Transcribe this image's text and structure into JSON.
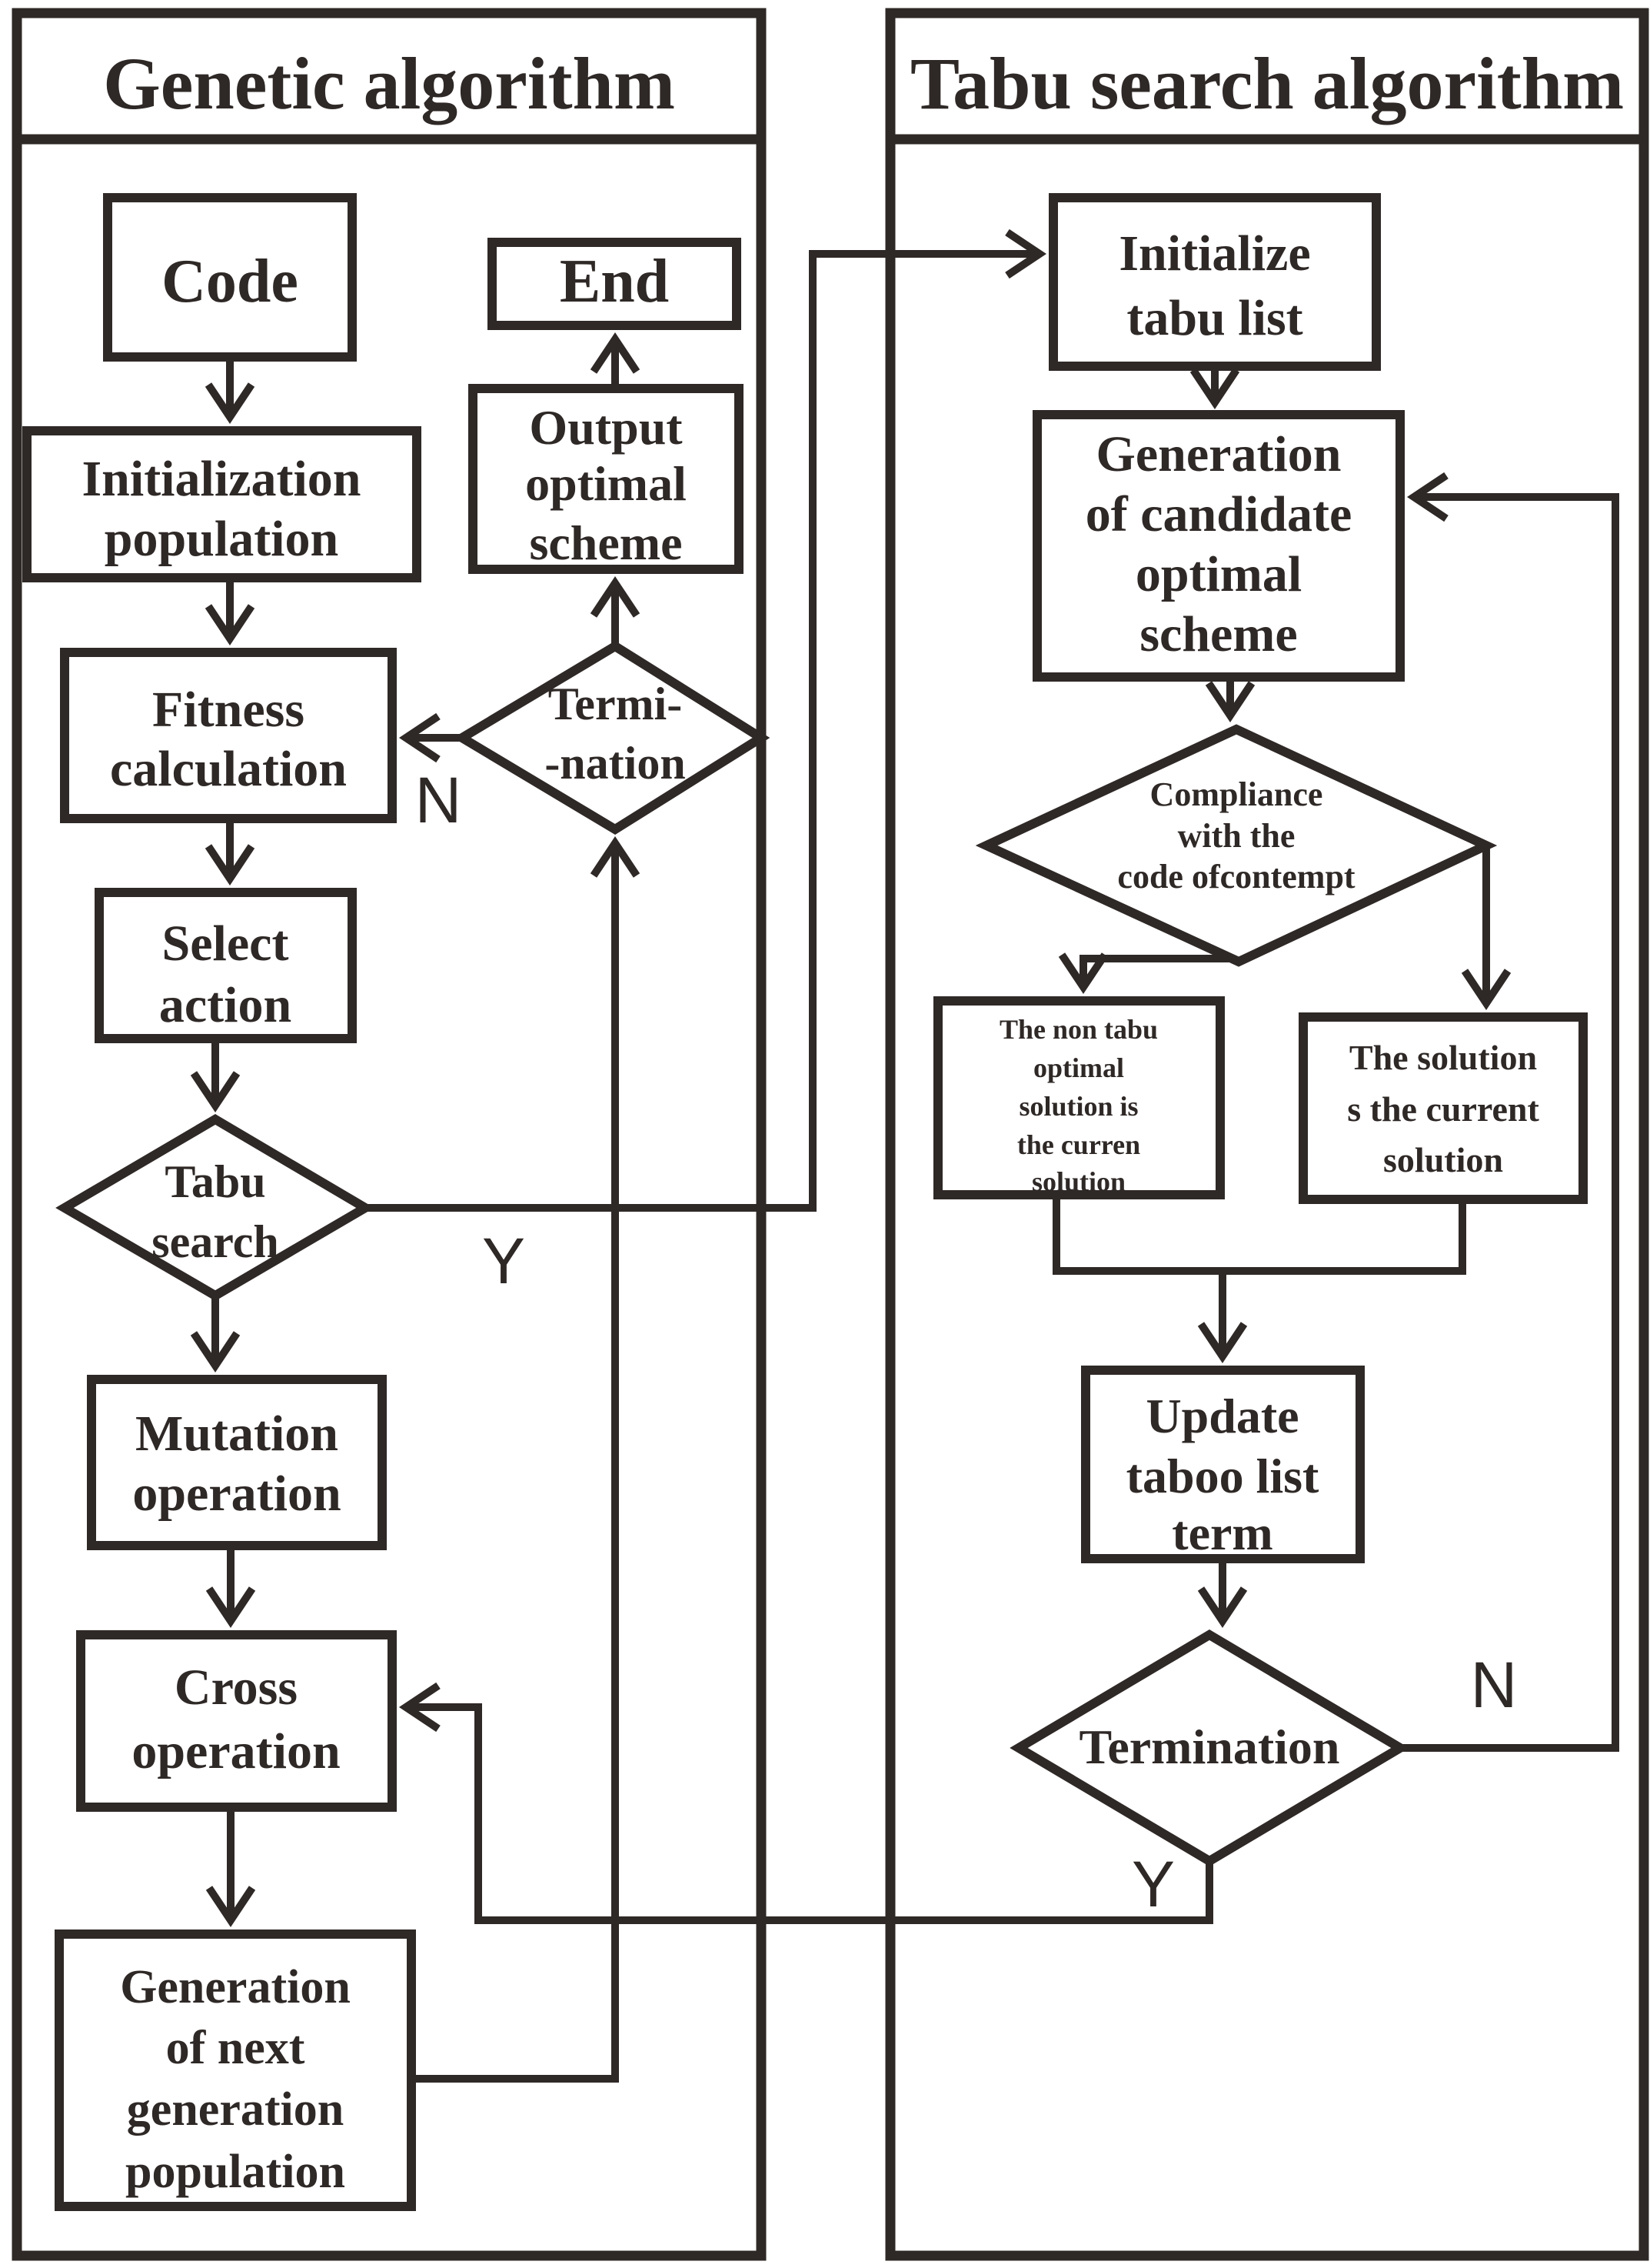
{
  "panels": {
    "genetic": {
      "title": "Genetic algorithm"
    },
    "tabu": {
      "title": "Tabu search algorithm"
    }
  },
  "nodes": {
    "code": {
      "lines": [
        "Code"
      ]
    },
    "init_population": {
      "lines": [
        "Initialization",
        "population"
      ]
    },
    "fitness": {
      "lines": [
        "Fitness",
        "calculation"
      ]
    },
    "select": {
      "lines": [
        "Select",
        "action"
      ]
    },
    "tabu_search": {
      "lines": [
        "Tabu",
        "search"
      ]
    },
    "mutation": {
      "lines": [
        "Mutation",
        "operation"
      ]
    },
    "cross": {
      "lines": [
        "Cross",
        "operation"
      ]
    },
    "gen_next": {
      "lines": [
        "Generation",
        "of next",
        "generation",
        "population"
      ]
    },
    "termination_left": {
      "lines": [
        "Termi-",
        "-nation"
      ]
    },
    "output": {
      "lines": [
        "Output",
        "optimal",
        "scheme"
      ]
    },
    "end": {
      "lines": [
        "End"
      ]
    },
    "init_tabu": {
      "lines": [
        "Initialize",
        "tabu list"
      ]
    },
    "gen_candidate": {
      "lines": [
        "Generation",
        "of candidate",
        "optimal",
        "scheme"
      ]
    },
    "compliance": {
      "lines": [
        "Compliance",
        "with the",
        "code ofcontempt"
      ]
    },
    "non_tabu": {
      "lines": [
        "The non tabu",
        "optimal",
        "solution is",
        "the curren",
        "solution"
      ]
    },
    "current_solution": {
      "lines": [
        "The solution",
        "s the current",
        "solution"
      ]
    },
    "update": {
      "lines": [
        "Update",
        "taboo list",
        "term"
      ]
    },
    "termination_right": {
      "lines": [
        "Termination"
      ]
    }
  },
  "labels": {
    "n_left": "N",
    "y_left": "Y",
    "n_right": "N",
    "y_right": "Y"
  },
  "colors": {
    "ink": "#2e2826",
    "background": "#ffffff"
  }
}
